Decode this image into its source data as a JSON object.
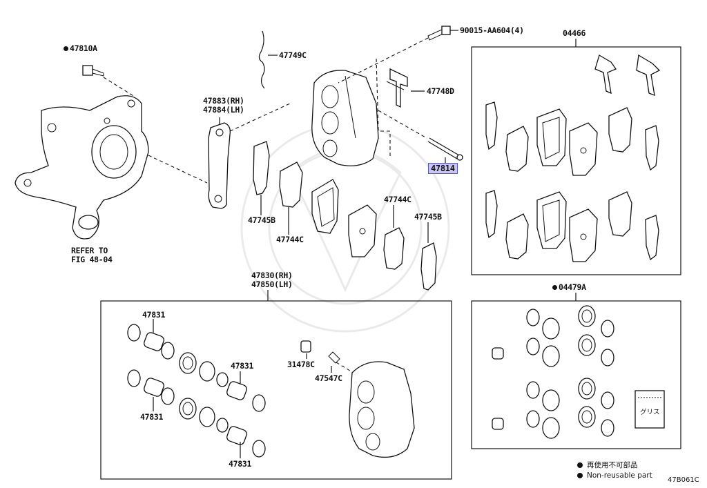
{
  "labels": {
    "p47810A": "47810A",
    "p47749C": "47749C",
    "p90015": "90015-AA604(4)",
    "p04466": "04466",
    "p47883": "47883(RH)",
    "p47884": "47884(LH)",
    "p47748D": "47748D",
    "p47814": "47814",
    "p47745B_l": "47745B",
    "p47744C_l": "47744C",
    "p47744C_r": "47744C",
    "p47745B_r": "47745B",
    "refer1": "REFER TO",
    "refer2": "FIG 48-04",
    "p47830": "47830(RH)",
    "p47850": "47850(LH)",
    "p04479A": "04479A",
    "p47831_a": "47831",
    "p47831_b": "47831",
    "p47831_c": "47831",
    "p47831_d": "47831",
    "p31478C": "31478C",
    "p47547C": "47547C",
    "grease": "グリス"
  },
  "legend": {
    "jp": "再使用不可部品",
    "en": "Non-reusable part"
  },
  "figure_code": "47B061C",
  "highlight_color": "#c9c6f2"
}
